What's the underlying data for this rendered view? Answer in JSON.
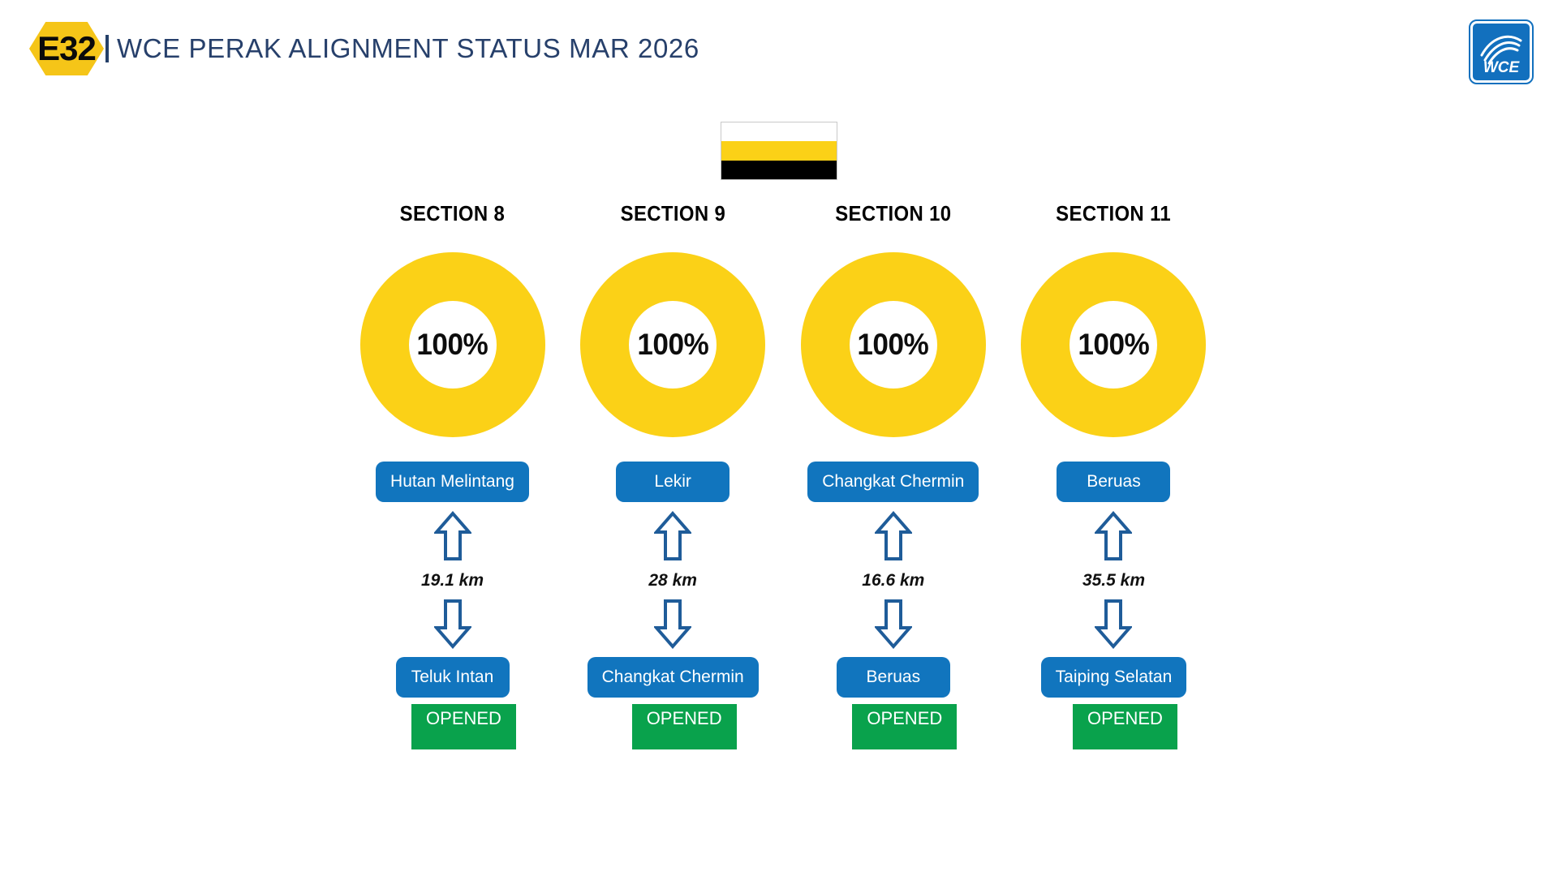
{
  "header": {
    "route_badge": "E32",
    "title": "WCE PERAK ALIGNMENT STATUS MAR 2026",
    "title_color": "#27406B",
    "badge_color": "#F5C518"
  },
  "logo": {
    "name": "WCE",
    "brand_color": "#1270BE"
  },
  "flag": {
    "name": "Perak state flag",
    "stripes": [
      "#FFFFFF",
      "#FBD117",
      "#000000"
    ]
  },
  "colors": {
    "donut_yellow": "#FBD117",
    "node_blue": "#1175BE",
    "status_green": "#09A24C",
    "arrow_stroke": "#1F5C99"
  },
  "chart_data": {
    "type": "pie",
    "title": "WCE PERAK ALIGNMENT STATUS MAR 2026",
    "categories": [
      "SECTION 8",
      "SECTION 9",
      "SECTION 10",
      "SECTION 11"
    ],
    "values": [
      100,
      100,
      100,
      100
    ],
    "unit": "%",
    "series": [
      {
        "name": "Progress",
        "values": [
          100,
          100,
          100,
          100
        ]
      }
    ],
    "legend": "none",
    "notes": "Four full donut gauges, each showing 100% completion"
  },
  "sections": [
    {
      "label": "SECTION 8",
      "percent": "100%",
      "from": "Hutan Melintang",
      "to": "Teluk Intan",
      "distance": "19.1 km",
      "status": "OPENED"
    },
    {
      "label": "SECTION 9",
      "percent": "100%",
      "from": "Lekir",
      "to": "Changkat Chermin",
      "distance": "28 km",
      "status": "OPENED"
    },
    {
      "label": "SECTION 10",
      "percent": "100%",
      "from": "Changkat Chermin",
      "to": "Beruas",
      "distance": "16.6 km",
      "status": "OPENED"
    },
    {
      "label": "SECTION 11",
      "percent": "100%",
      "from": "Beruas",
      "to": "Taiping Selatan",
      "distance": "35.5 km",
      "status": "OPENED"
    }
  ]
}
